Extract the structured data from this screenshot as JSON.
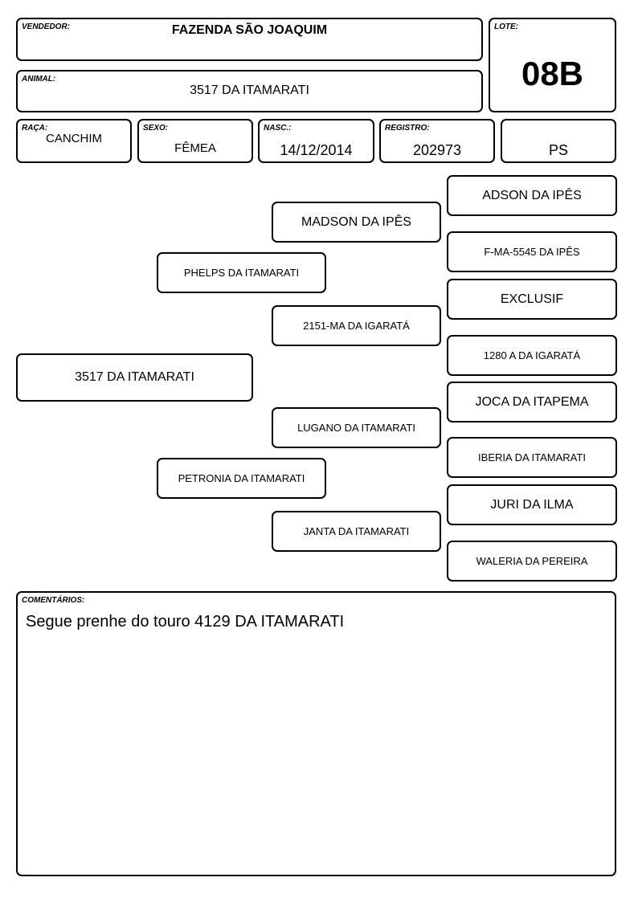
{
  "header": {
    "vendedor": {
      "label": "VENDEDOR:",
      "value": "FAZENDA SÃO JOAQUIM"
    },
    "lote": {
      "label": "LOTE:",
      "value": "08B"
    },
    "animal": {
      "label": "ANIMAL:",
      "value": "3517 DA ITAMARATI"
    },
    "raca": {
      "label": "RAÇA:",
      "value": "CANCHIM"
    },
    "sexo": {
      "label": "SEXO:",
      "value": "FÊMEA"
    },
    "nasc": {
      "label": "NASC.:",
      "value": "14/12/2014"
    },
    "registro": {
      "label": "REGISTRO:",
      "value": "202973"
    },
    "tipo": {
      "value": "PS"
    }
  },
  "pedigree": {
    "animal": "3517 DA ITAMARATI",
    "sire": "PHELPS DA ITAMARATI",
    "dam": "PETRONIA DA ITAMARATI",
    "sire_sire": "MADSON DA IPÊS",
    "sire_dam": "2151-MA DA IGARATÁ",
    "dam_sire": "LUGANO DA ITAMARATI",
    "dam_dam": "JANTA DA ITAMARATI",
    "ss_sire": "ADSON DA IPÊS",
    "ss_dam": "F-MA-5545 DA IPÊS",
    "sd_sire": "EXCLUSIF",
    "sd_dam": "1280 A DA IGARATÁ",
    "ds_sire": "JOCA DA ITAPEMA",
    "ds_dam": "IBERIA DA ITAMARATI",
    "dd_sire": "JURI DA ILMA",
    "dd_dam": "WALERIA DA PEREIRA"
  },
  "comments": {
    "label": "COMENTÁRIOS:",
    "text": "Segue prenhe do touro 4129 DA ITAMARATI"
  }
}
